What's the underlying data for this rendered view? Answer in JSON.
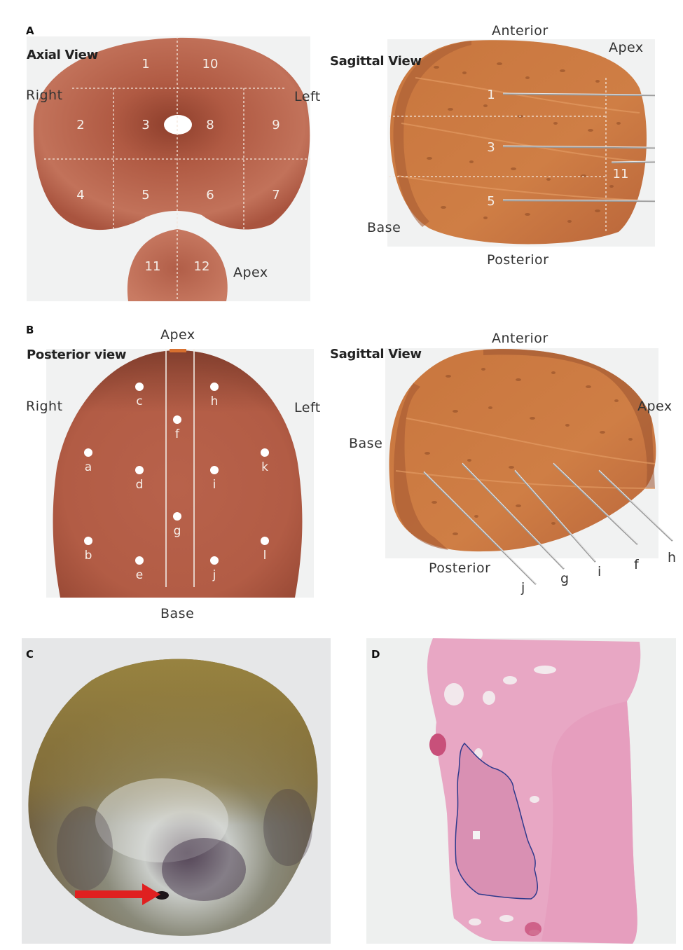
{
  "panels": {
    "a": {
      "label": "A",
      "axial": {
        "title": "Axial View",
        "right": "Right",
        "left": "Left",
        "apex": "Apex",
        "zones": [
          "1",
          "10",
          "2",
          "3",
          "8",
          "9",
          "4",
          "5",
          "6",
          "7",
          "11",
          "12"
        ]
      },
      "sagittal": {
        "title": "Sagittal View",
        "anterior": "Anterior",
        "apex": "Apex",
        "base": "Base",
        "posterior": "Posterior",
        "zones": [
          "1",
          "3",
          "11",
          "5"
        ]
      }
    },
    "b": {
      "label": "B",
      "posterior": {
        "title": "Posterior view",
        "apex": "Apex",
        "base": "Base",
        "right": "Right",
        "left": "Left",
        "points": [
          "c",
          "h",
          "f",
          "a",
          "k",
          "d",
          "i",
          "g",
          "b",
          "l",
          "e",
          "j"
        ]
      },
      "sagittal": {
        "title": "Sagittal View",
        "anterior": "Anterior",
        "apex": "Apex",
        "base": "Base",
        "posterior": "Posterior",
        "needles": [
          "j",
          "g",
          "i",
          "f",
          "h"
        ]
      }
    },
    "c": {
      "label": "C"
    },
    "d": {
      "label": "D"
    }
  },
  "colors": {
    "prostate_axial": "#b5624a",
    "prostate_sagittal": "#c9773f",
    "tissue_pink": "#e6a6c3",
    "tumor_outline": "#2e3a8c",
    "arrow": "#e02020"
  }
}
